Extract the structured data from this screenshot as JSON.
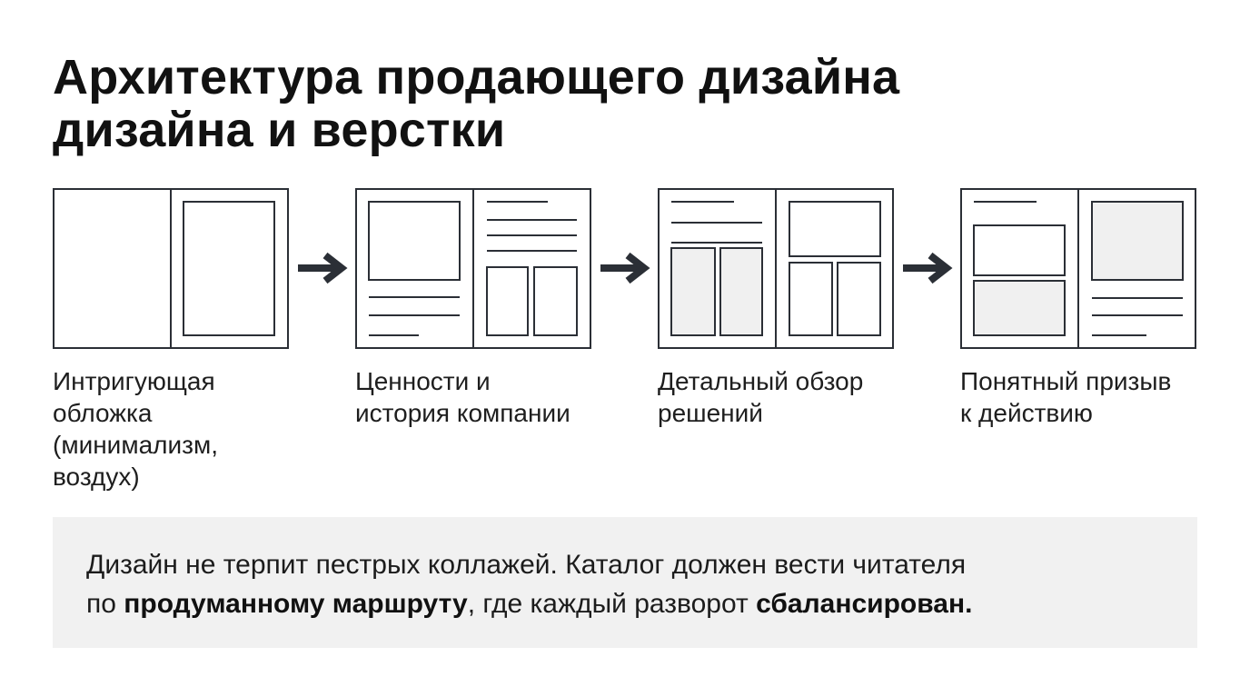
{
  "title": {
    "line1": "Архитектура продающего дизайна",
    "line2": "дизайна и верстки"
  },
  "steps": [
    {
      "caption": [
        "Интригующая",
        "обложка",
        "(минимализм,",
        "воздух)"
      ]
    },
    {
      "caption": [
        "Ценности и",
        "история компании"
      ]
    },
    {
      "caption": [
        "Детальный обзор",
        "решений"
      ]
    },
    {
      "caption": [
        "Понятный призыв",
        "к действию"
      ]
    }
  ],
  "note": {
    "line1": "Дизайн не терпит пестрых коллажей. Каталог должен вести читателя",
    "line2_part1": "по ",
    "line2_bold1": "продуманному маршруту",
    "line2_part2": ", где каждый разворот ",
    "line2_bold2": "сбалансирован."
  },
  "colors": {
    "stroke": "#2b2f36",
    "arrow": "#2b2f36",
    "block_fill": "#f0f0f0",
    "note_background": "#f1f1f1"
  },
  "icons": {
    "arrow": "arrow-right-icon"
  }
}
